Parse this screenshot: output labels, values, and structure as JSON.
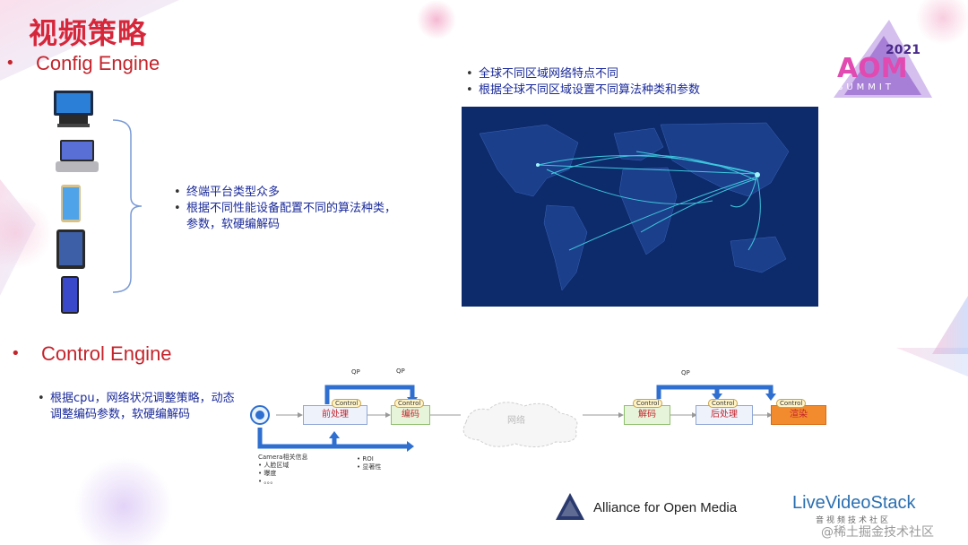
{
  "slide": {
    "title": "视频策略",
    "config_heading": "Config Engine",
    "config_bullets": [
      "终端平台类型众多",
      "根据不同性能设备配置不同的算法种类，参数，软硬编解码"
    ],
    "map_bullets": [
      "全球不同区域网络特点不同",
      "根据全球不同区域设置不同算法种类和参数"
    ],
    "control_heading": "Control Engine",
    "control_bullets": [
      "根据cpu，网络状况调整策略，动态调整编码参数，软硬编解码"
    ]
  },
  "flow": {
    "qp_label": "QP",
    "pre_process": "前处理",
    "encode": "编码",
    "network": "网络",
    "decode": "解码",
    "post_process": "后处理",
    "render": "渲染",
    "control_tag": "Control",
    "camera_info": "Camera相关信息",
    "camera_items": [
      "人脸区域",
      "曝度",
      "。。。"
    ],
    "roi_items": [
      "ROI",
      "显著性"
    ]
  },
  "logos": {
    "aom_badge_year": "2021",
    "aom_badge_word": "SUMMIT",
    "aom_name": "Alliance for Open Media",
    "lvs_name": "LiveVideoStack",
    "lvs_sub": "音视频技术社区",
    "watermark": "@稀土掘金技术社区"
  },
  "colors": {
    "title_red": "#d6263a",
    "bullet_blue": "#1a2a9a",
    "map_bg": "#0d2a6b",
    "flow_arrow_blue": "#2f6fd0"
  }
}
